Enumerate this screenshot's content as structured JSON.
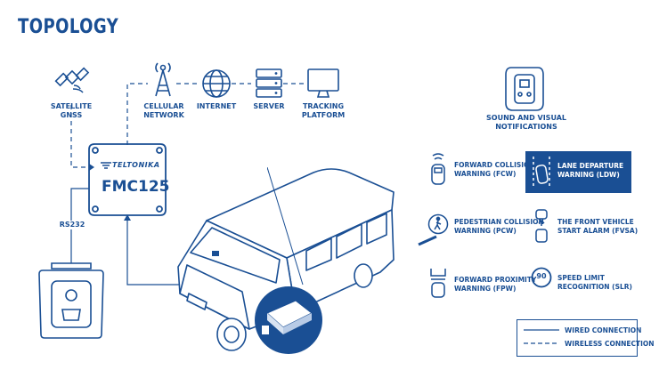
{
  "title": "TOPOLOGY",
  "nodes": {
    "satellite": "SATELLITE\nGNSS",
    "cellular": "CELLULAR\nNETWORK",
    "internet": "INTERNET",
    "server": "SERVER",
    "tracking": "TRACKING\nPLATFORM",
    "sound": "SOUND AND VISUAL\nNOTIFICATIONS",
    "rs232": "RS232"
  },
  "device": {
    "brand": "TELTONIKA",
    "model": "FMC125"
  },
  "features": [
    {
      "icon": "forward-collision-icon",
      "label": "FORWARD COLLISION\nWARNING (FCW)"
    },
    {
      "icon": "lane-departure-icon",
      "label": "LANE DEPARTURE\nWARNING (LDW)"
    },
    {
      "icon": "pedestrian-icon",
      "label": "PEDESTRIAN COLLISION\nWARNING (PCW)"
    },
    {
      "icon": "front-vehicle-start-icon",
      "label": "THE FRONT VEHICLE\nSTART ALARM (FVSA)"
    },
    {
      "icon": "forward-proximity-icon",
      "label": "FORWARD PROXIMITY\nWARNING (FPW)"
    },
    {
      "icon": "speed-limit-icon",
      "label": "SPEED LIMIT\nRECOGNITION (SLR)",
      "badge": "90"
    }
  ],
  "legend": {
    "wired": "WIRED CONNECTION",
    "wireless": "WIRELESS CONNECTION"
  },
  "colors": {
    "primary": "#1a4f94",
    "background": "#ffffff"
  }
}
